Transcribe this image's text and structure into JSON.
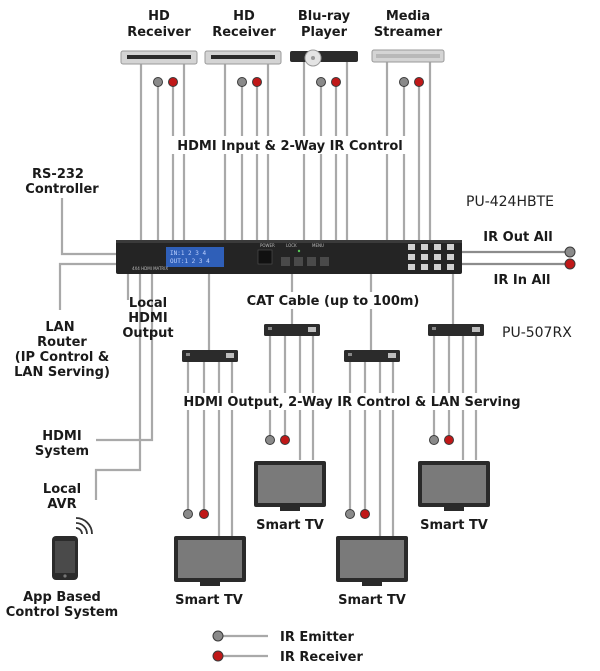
{
  "sources": [
    {
      "line1": "HD",
      "line2": "Receiver"
    },
    {
      "line1": "HD",
      "line2": "Receiver"
    },
    {
      "line1": "Blu-ray",
      "line2": "Player"
    },
    {
      "line1": "Media",
      "line2": "Streamer"
    }
  ],
  "input_label": "HDMI Input & 2-Way IR Control",
  "rs232": {
    "line1": "RS-232",
    "line2": "Controller"
  },
  "matrix": {
    "model": "PU-424HBTE",
    "panel_title": "4X4 HDMI MATRIX",
    "lcd_line1": "IN:1 2 3 4",
    "lcd_line2": "OUT:1 2 3 4",
    "power_label": "POWER",
    "lock_label": "LOCK",
    "menu_label": "MENU"
  },
  "ir_out_all": "IR Out All",
  "ir_in_all": "IR In All",
  "local_hdmi": {
    "line1": "Local",
    "line2": "HDMI",
    "line3": "Output"
  },
  "cat_cable": "CAT Cable (up to 100m)",
  "receiver_model": "PU-507RX",
  "lan_router": {
    "line1": "LAN",
    "line2": "Router",
    "line3": "(IP Control &",
    "line4": "LAN Serving)"
  },
  "output_label": "HDMI Output, 2-Way IR Control & LAN Serving",
  "hdmi_system": {
    "line1": "HDMI",
    "line2": "System"
  },
  "local_avr": {
    "line1": "Local",
    "line2": "AVR"
  },
  "app_control": {
    "line1": "App Based",
    "line2": "Control System"
  },
  "tvs": [
    {
      "label": "Smart TV"
    },
    {
      "label": "Smart TV"
    },
    {
      "label": "Smart TV"
    },
    {
      "label": "Smart TV"
    }
  ],
  "legend": {
    "emitter": "IR Emitter",
    "receiver": "IR Receiver"
  },
  "colors": {
    "wire": "#a9a9a9",
    "ir_receiver": "#c01818",
    "ir_emitter": "#8a8a8a",
    "lcd": "#2f5fb8"
  }
}
